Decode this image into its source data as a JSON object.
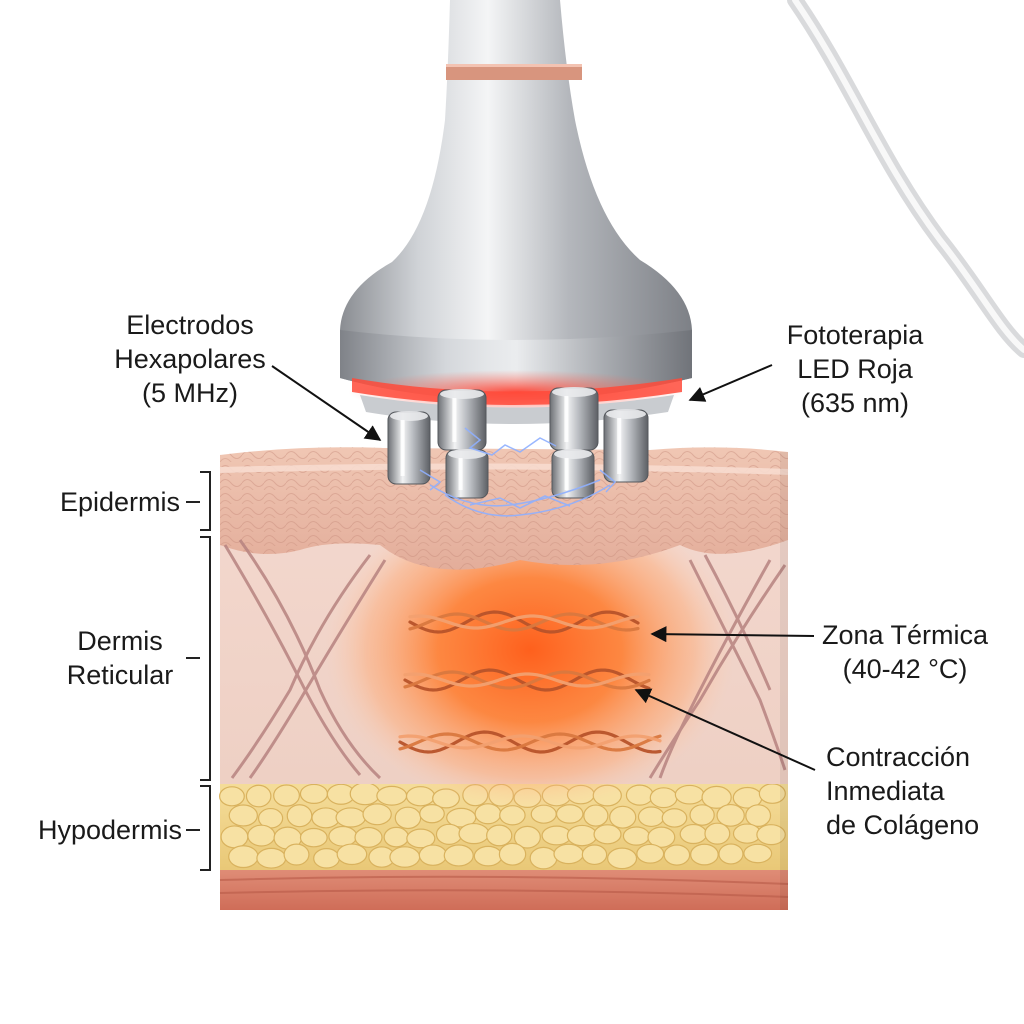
{
  "labels": {
    "electrodes": [
      "Electrodos",
      "Hexapolares",
      "(5 MHz)"
    ],
    "led": [
      "Fototerapia",
      "LED Roja",
      "(635 nm)"
    ],
    "epidermis": "Epidermis",
    "dermis": [
      "Dermis",
      "Reticular"
    ],
    "hypodermis": "Hypodermis",
    "thermal_zone": [
      "Zona Térmica",
      "(40-42 °C)"
    ],
    "collagen": [
      "Contracción",
      "Inmediata",
      "de Colágeno"
    ]
  },
  "colors": {
    "device_body": "#b9bcc1",
    "led_ring": "#ff4a3a",
    "copper_band": "#d8957e",
    "epidermis": "#e9b9a6",
    "dermis": "#f1d3c8",
    "thermal_core": "#ff6a1e",
    "fat": "#f2d38a",
    "muscle": "#d9735f",
    "arrow": "#111111"
  },
  "icons": [
    "rf-handpiece-icon",
    "electrode-pin-icon",
    "collagen-fiber-icon",
    "fat-cell-icon"
  ]
}
